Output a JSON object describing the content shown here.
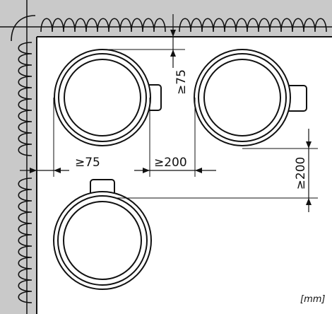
{
  "dimensions": {
    "top_clearance": "≥75",
    "side_clearance": "≥75",
    "horizontal_spacing": "≥200",
    "vertical_spacing": "≥200"
  },
  "units_label": "[mm]",
  "colors": {
    "wall_fill": "#c9c9c9",
    "line": "#111111",
    "background": "#ffffff"
  }
}
